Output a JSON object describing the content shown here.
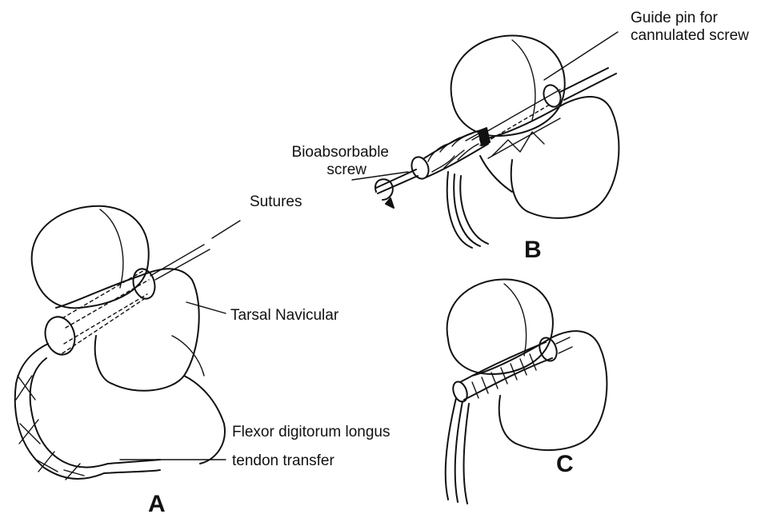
{
  "labels": {
    "guide_pin_line1": "Guide pin for",
    "guide_pin_line2": "cannulated screw",
    "bioabsorbable_line1": "Bioabsorbable",
    "bioabsorbable_line2": "screw",
    "sutures": "Sutures",
    "tarsal_navicular": "Tarsal Navicular",
    "fdl_line1": "Flexor digitorum longus",
    "fdl_line2": "tendon transfer"
  },
  "panels": {
    "a": "A",
    "b": "B",
    "c": "C"
  }
}
